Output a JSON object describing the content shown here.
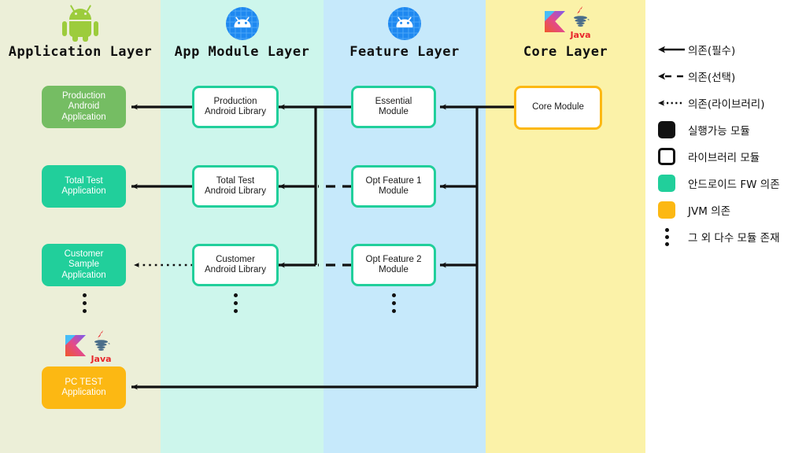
{
  "diagram": {
    "title": "Android multi-module architecture layers",
    "layers": [
      {
        "id": "application",
        "title": "Application Layer",
        "icon": "android-robot-icon",
        "bg": "#ecefd8"
      },
      {
        "id": "app_module",
        "title": "App Module Layer",
        "icon": "android-circle-icon",
        "bg": "#cdf6ec"
      },
      {
        "id": "feature",
        "title": "Feature Layer",
        "icon": "android-circle-icon",
        "bg": "#c6e9fb"
      },
      {
        "id": "core",
        "title": "Core Layer",
        "icon": "kotlin-java-icon",
        "bg": "#fbf2a8"
      }
    ],
    "nodes": {
      "production_app": {
        "label": "Production\nAndroid\nApplication",
        "kind": "executable",
        "color": "#75bd63"
      },
      "total_test_app": {
        "label": "Total Test\nApplication",
        "kind": "executable",
        "color": "#21cf9b"
      },
      "customer_sample_app": {
        "label": "Customer\nSample\nApplication",
        "kind": "executable",
        "color": "#21cf9b"
      },
      "pc_test_app": {
        "label": "PC TEST\nApplication",
        "kind": "executable",
        "color": "#fcb813"
      },
      "production_lib": {
        "label": "Production\nAndroid Library",
        "kind": "library",
        "color": "#21cf9b"
      },
      "total_test_lib": {
        "label": "Total Test\nAndroid Library",
        "kind": "library",
        "color": "#21cf9b"
      },
      "customer_lib": {
        "label": "Customer\nAndroid Library",
        "kind": "library",
        "color": "#21cf9b"
      },
      "essential_module": {
        "label": "Essential\nModule",
        "kind": "library",
        "color": "#21cf9b"
      },
      "opt_feature_1": {
        "label": "Opt Feature 1\nModule",
        "kind": "library",
        "color": "#21cf9b"
      },
      "opt_feature_2": {
        "label": "Opt Feature 2\nModule",
        "kind": "library",
        "color": "#21cf9b"
      },
      "core_module": {
        "label": "Core Module",
        "kind": "library",
        "color": "#fcb813"
      }
    },
    "more_modules_marker": "vertical-ellipsis"
  },
  "legend": {
    "rows": [
      {
        "symbol": "solid-arrow",
        "label": "의존(필수)"
      },
      {
        "symbol": "dashed-arrow",
        "label": "의존(선택)"
      },
      {
        "symbol": "dotted-arrow",
        "label": "의존(라이브러리)"
      },
      {
        "symbol": "filled-square",
        "label": "실행가능 모듈"
      },
      {
        "symbol": "outline-square",
        "label": "라이브러리 모듈"
      },
      {
        "symbol": "teal-square",
        "label": "안드로이드 FW 의존"
      },
      {
        "symbol": "amber-square",
        "label": "JVM 의존"
      },
      {
        "symbol": "vertical-dots",
        "label": "그 외 다수 모듈 존재"
      }
    ]
  },
  "colors": {
    "teal": "#21cf9b",
    "amber": "#fcb813",
    "green": "#75bd63",
    "line": "#111111"
  }
}
